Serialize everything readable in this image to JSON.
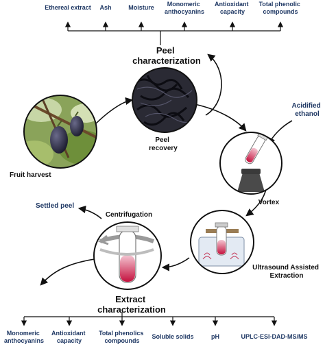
{
  "colors": {
    "label_blue": "#1f3864",
    "label_black": "#111111",
    "line": "#111111"
  },
  "peel": {
    "title": "Peel characterization",
    "title_lines": [
      "Peel",
      "characterization"
    ],
    "properties": [
      {
        "lines": [
          "Ethereal extract"
        ]
      },
      {
        "lines": [
          "Ash"
        ]
      },
      {
        "lines": [
          "Moisture"
        ]
      },
      {
        "lines": [
          "Monomeric",
          "anthocyanins"
        ]
      },
      {
        "lines": [
          "Antioxidant",
          "capacity"
        ]
      },
      {
        "lines": [
          "Total phenolic",
          "compounds"
        ]
      }
    ]
  },
  "steps": {
    "fruit_harvest": "Fruit harvest",
    "peel_recovery": [
      "Peel",
      "recovery"
    ],
    "acidified_ethanol": [
      "Acidified",
      "ethanol"
    ],
    "vortex": "Vortex",
    "ultrasound": [
      "Ultrasound Assisted",
      "Extraction"
    ],
    "centrifugation": "Centrifugation",
    "settled_peel": "Settled peel"
  },
  "extract": {
    "title": "Extract characterization",
    "title_lines": [
      "Extract",
      "characterization"
    ],
    "properties": [
      {
        "lines": [
          "Monomeric",
          "anthocyanins"
        ]
      },
      {
        "lines": [
          "Antioxidant",
          "capacity"
        ]
      },
      {
        "lines": [
          "Total phenolics",
          "compounds"
        ]
      },
      {
        "lines": [
          "Soluble solids"
        ]
      },
      {
        "lines": [
          "pH"
        ]
      },
      {
        "lines": [
          "UPLC-ESI-DAD-MS/MS"
        ]
      }
    ]
  }
}
